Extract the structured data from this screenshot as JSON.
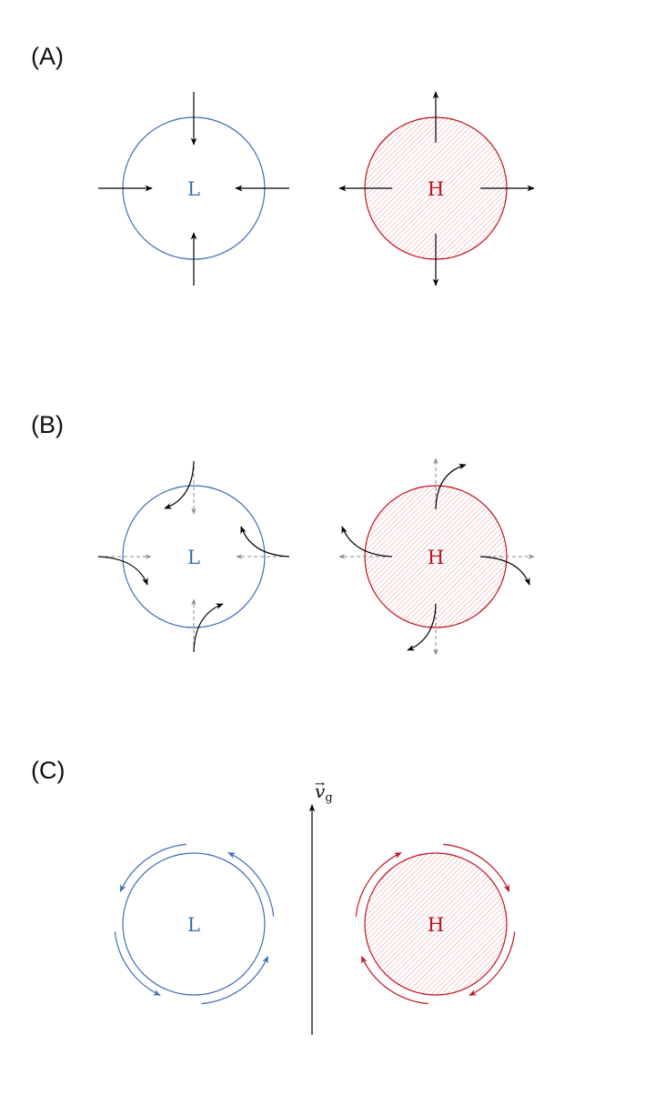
{
  "colors": {
    "low": "#3d6db5",
    "high": "#c1121f",
    "high_hatch": "#e4999e",
    "arrow": "#000000",
    "dashed": "#888888"
  },
  "panels": {
    "a": {
      "label": "(A)",
      "low_label": "L",
      "high_label": "H"
    },
    "b": {
      "label": "(B)",
      "low_label": "L",
      "high_label": "H"
    },
    "c": {
      "label": "(C)",
      "low_label": "L",
      "high_label": "H",
      "vector_symbol": "v",
      "vector_arrow": "→",
      "vector_subscript": "g"
    }
  },
  "icons": {
    "low_pressure": "open-circle",
    "high_pressure": "hatched-circle"
  }
}
